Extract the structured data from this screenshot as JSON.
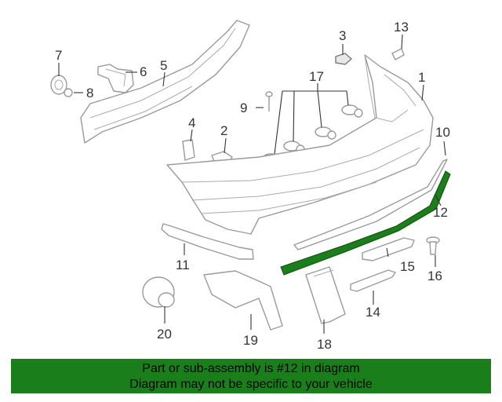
{
  "callouts": {
    "c1": "1",
    "c2": "2",
    "c3": "3",
    "c4": "4",
    "c5": "5",
    "c6": "6",
    "c7": "7",
    "c8": "8",
    "c9": "9",
    "c10": "10",
    "c11": "11",
    "c12": "12",
    "c13": "13",
    "c14": "14",
    "c15": "15",
    "c16": "16",
    "c17": "17",
    "c18": "18",
    "c19": "19",
    "c20": "20"
  },
  "highlight_color": "#1a7f1a",
  "banner": {
    "line1": "Part or sub-assembly is #12 in diagram",
    "line2": "Diagram may not be specific to your vehicle"
  }
}
